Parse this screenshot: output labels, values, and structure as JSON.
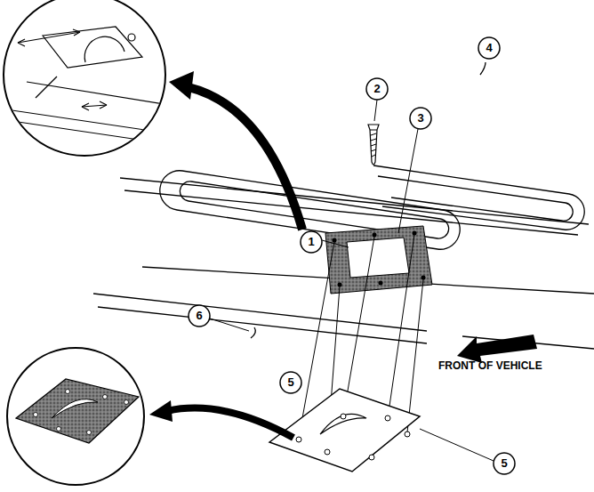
{
  "diagram": {
    "labels": [
      "1",
      "2",
      "3",
      "4",
      "5",
      "6",
      "5",
      "FRONT OF VEHICLE"
    ]
  }
}
